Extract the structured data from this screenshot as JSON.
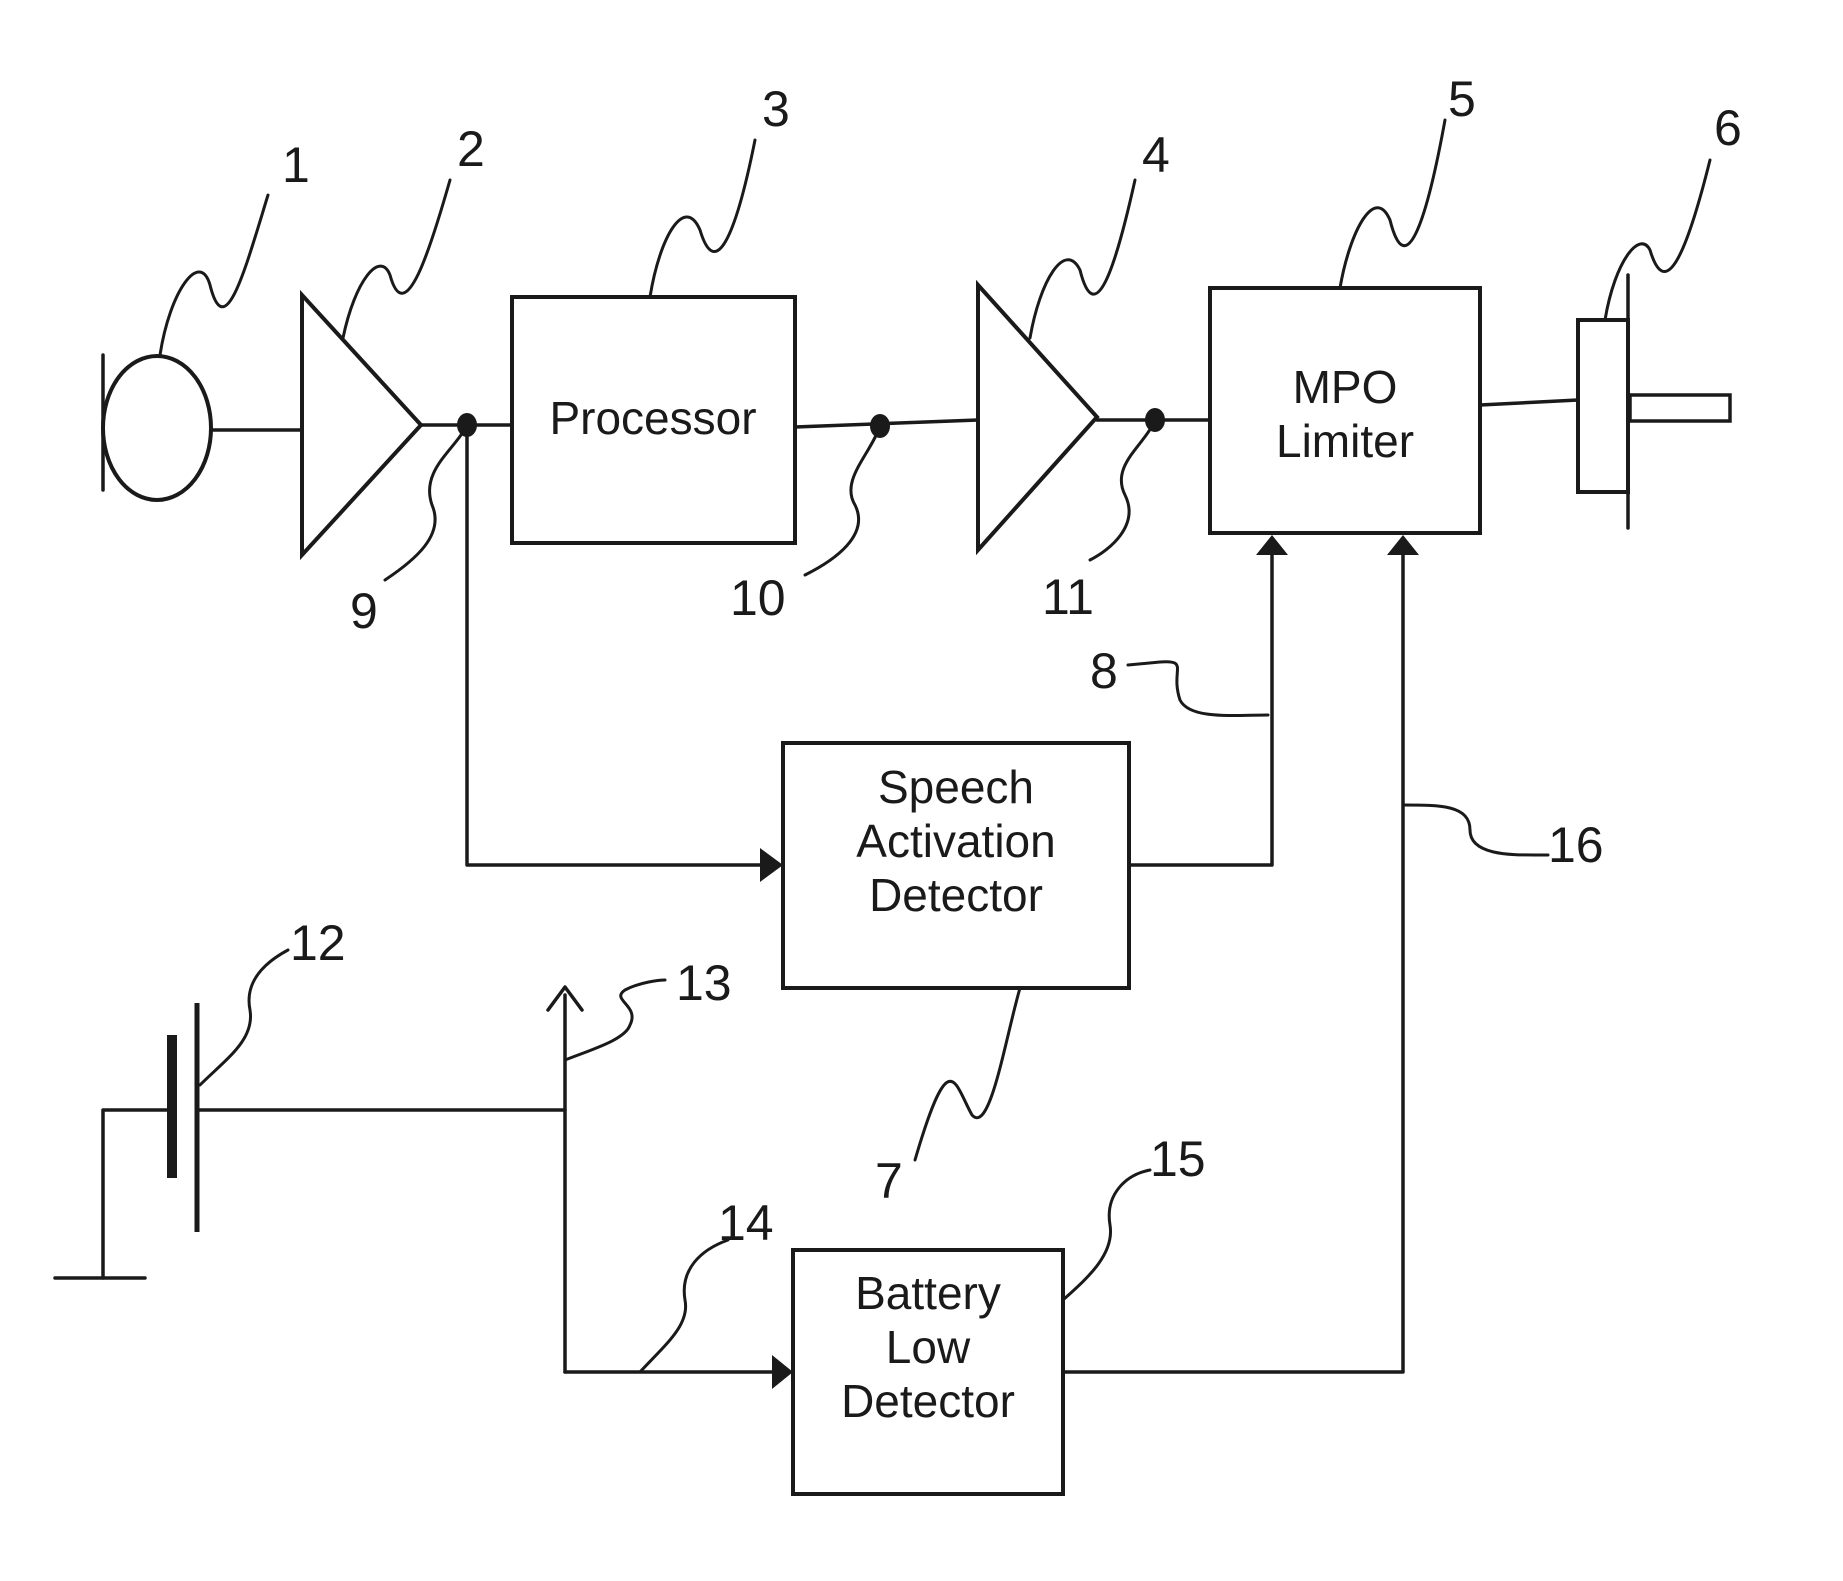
{
  "blocks": {
    "processor": "Processor",
    "mpo_limiter": [
      "MPO",
      "Limiter"
    ],
    "speech_activation_detector": [
      "Speech",
      "Activation",
      "Detector"
    ],
    "battery_low_detector": [
      "Battery",
      "Low",
      "Detector"
    ]
  },
  "reference_numerals": {
    "microphone": "1",
    "preamplifier": "2",
    "processor": "3",
    "output_amplifier": "4",
    "mpo_limiter": "5",
    "receiver": "6",
    "speech_activation_detector": "7",
    "control_line_8": "8",
    "node_9": "9",
    "node_10": "10",
    "node_11": "11",
    "battery": "12",
    "supply_13": "13",
    "line_14": "14",
    "battery_low_detector": "15",
    "control_line_16": "16"
  }
}
